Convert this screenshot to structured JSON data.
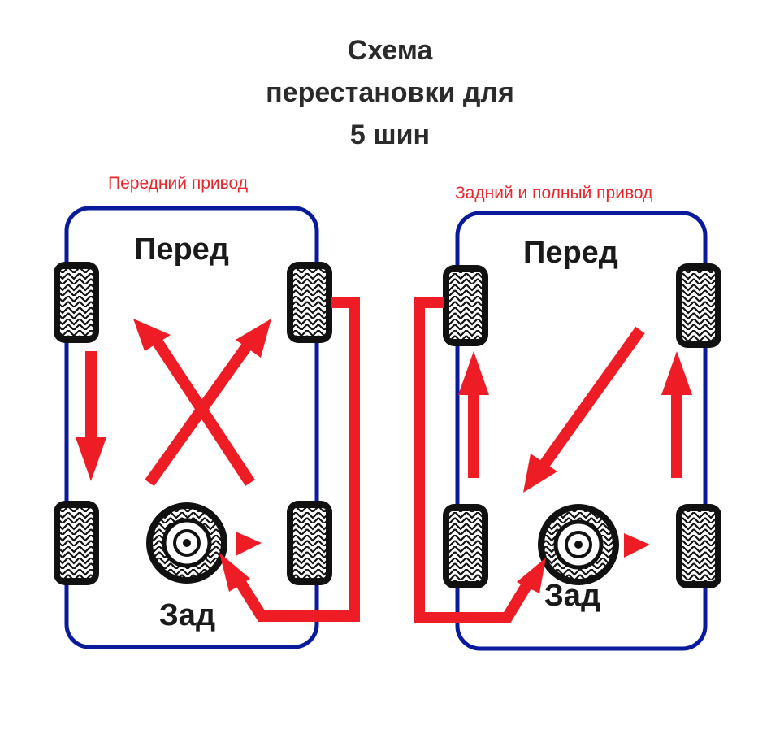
{
  "title": {
    "line1": "Схема",
    "line2": "перестановки для",
    "line3": "5 шин"
  },
  "left_diagram": {
    "drive_label": "Передний привод",
    "front_label": "Перед",
    "rear_label": "Зад"
  },
  "right_diagram": {
    "drive_label": "Задний и полный привод",
    "front_label": "Перед",
    "rear_label": "Зад"
  },
  "colors": {
    "arrow": "#ee1c24",
    "car_outline": "#0a1a9c",
    "tire": "#111111",
    "title": "#2b2b2b",
    "drive_label": "#e8262c"
  }
}
